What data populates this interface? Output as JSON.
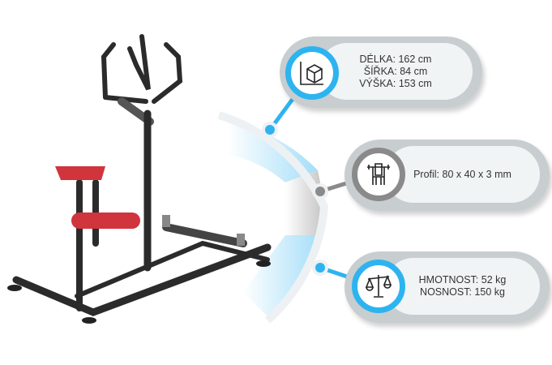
{
  "specs": {
    "dimensions": {
      "icon": "dimensions-box-icon",
      "lines": [
        "DÉLKA: 162 cm",
        "ŠÍŘKA: 84 cm",
        "VÝŠKA: 153 cm"
      ]
    },
    "profile": {
      "icon": "gym-machine-icon",
      "lines": [
        "Profil: 80 x 40 x 3 mm"
      ]
    },
    "weight": {
      "icon": "scale-icon",
      "lines": [
        "HMOTNOST: 52 kg",
        "NOSNOST: 150 kg"
      ]
    }
  },
  "colors": {
    "accent": "#2db4f0",
    "gray": "#8a8a8a",
    "seat": "#d0343c",
    "frame": "#2b2b2b"
  }
}
